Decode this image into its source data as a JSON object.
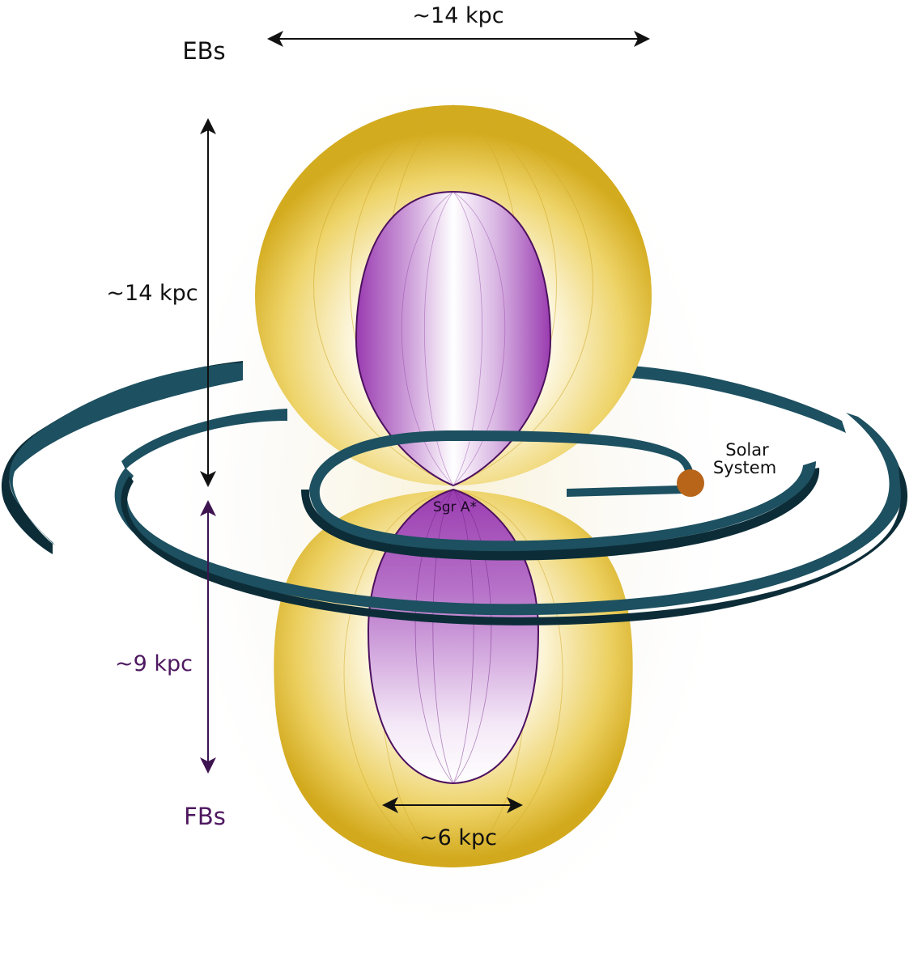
{
  "labels": {
    "ebs": "EBs",
    "fbs": "FBs",
    "top_width": "~14 kpc",
    "eb_height": "~14 kpc",
    "fb_height": "~9 kpc",
    "fb_width": "~6 kpc",
    "sgr_a": "Sgr A*",
    "solar_line1": "Solar",
    "solar_line2": "System"
  },
  "colors": {
    "eb_gold": "#dcb52a",
    "fb_purple": "#9b3fb0",
    "fb_outline": "#4e1060",
    "arm_top": "#1d5060",
    "arm_side": "#0c2d38",
    "solar_dot": "#b8651a",
    "arrow_black": "#111111",
    "arrow_purple": "#3d1350",
    "fb_text": "#4e1860"
  }
}
